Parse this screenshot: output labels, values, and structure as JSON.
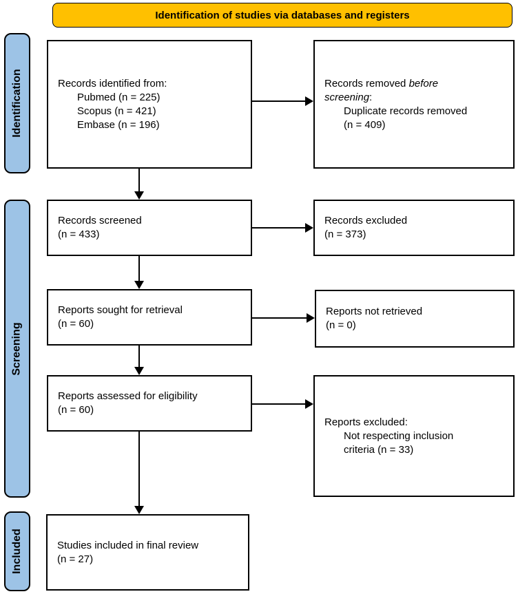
{
  "banner": {
    "label": "Identification of studies via databases and registers"
  },
  "colors": {
    "banner_bg": "#FFC000",
    "stage_bg": "#9DC3E6",
    "line": "#000000"
  },
  "sidebar": {
    "stages": [
      {
        "label": "Identification"
      },
      {
        "label": "Screening"
      },
      {
        "label": "Included"
      }
    ]
  },
  "boxes": {
    "identified": {
      "title": "Records identified from:",
      "items": "Pubmed (n = 225)\nScopus (n = 421)\nEmbase (n = 196)"
    },
    "removed": {
      "normal1": "Records removed",
      "italic1": "before",
      "italic2": "screening",
      "normal2": ":",
      "items": "Duplicate records removed\n(n = 409)"
    },
    "screened": {
      "text": "Records screened\n(n = 433)"
    },
    "excluded": {
      "text": "Records excluded\n(n = 373)"
    },
    "sought": {
      "text": "Reports sought for retrieval\n(n = 60)"
    },
    "not_retrieved": {
      "text": "Reports not retrieved\n(n = 0)"
    },
    "assessed": {
      "text": "Reports assessed for eligibility\n(n = 60)"
    },
    "reports_excluded": {
      "title": "Reports excluded:",
      "items": "Not respecting inclusion\ncriteria (n = 33)"
    },
    "included": {
      "text": "Studies included in final review\n(n = 27)"
    }
  }
}
